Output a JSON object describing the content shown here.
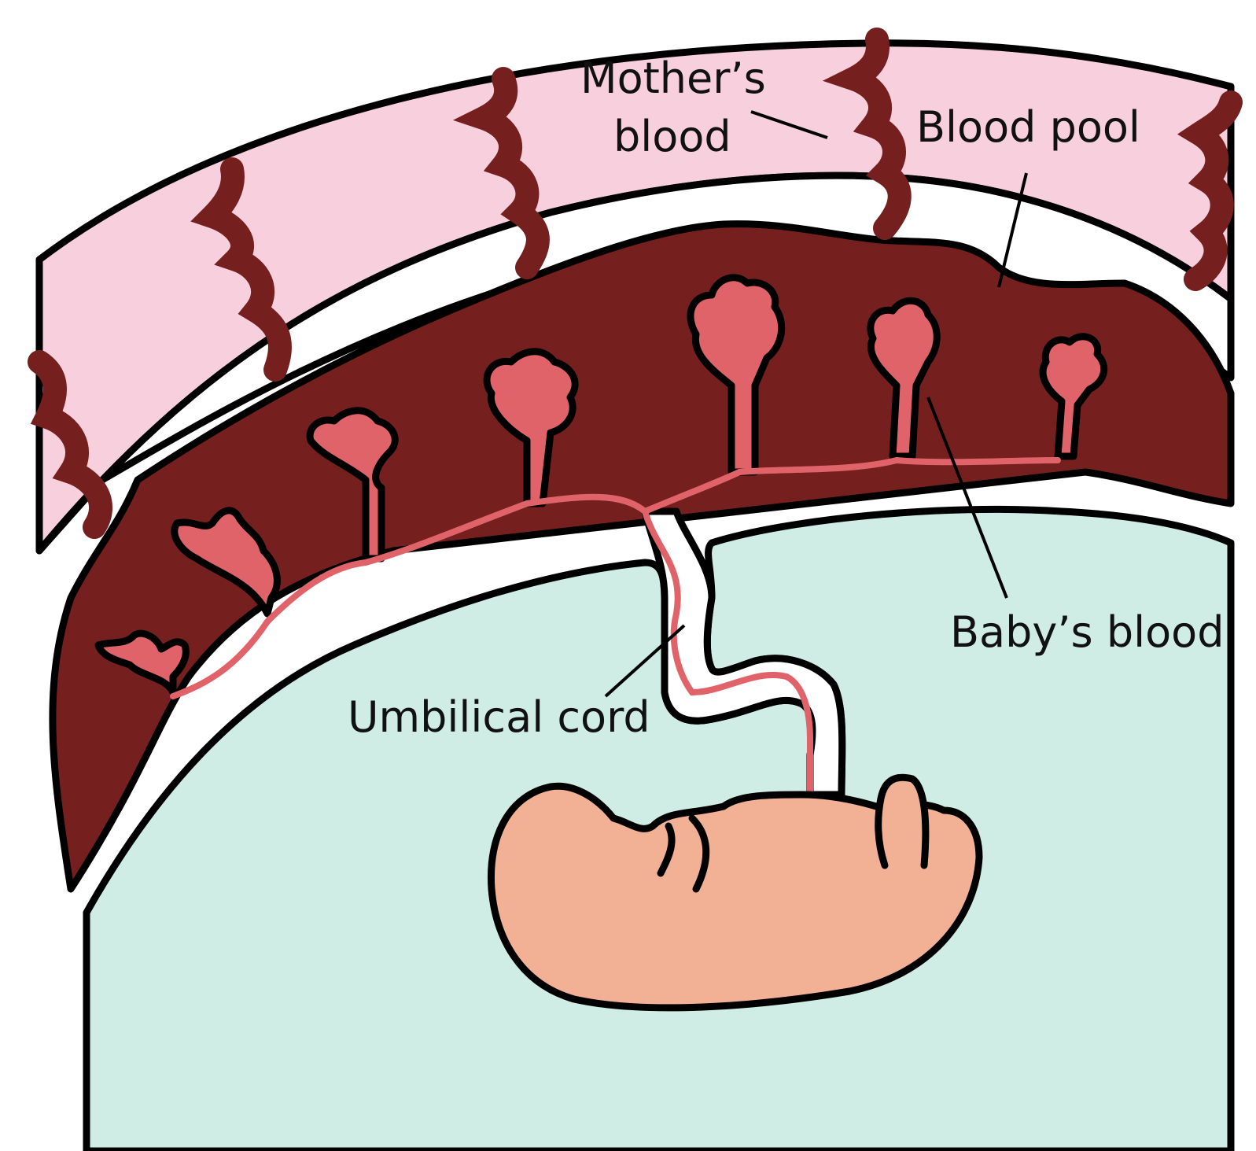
{
  "labels": {
    "mothers_blood_line1": "Mother’s",
    "mothers_blood_line2": "blood",
    "blood_pool": "Blood pool",
    "babys_blood": "Baby’s blood",
    "umbilical_cord": "Umbilical cord"
  },
  "colors": {
    "uterus_wall": "#f8cfdc",
    "placenta": "#75201f",
    "villi": "#e0636a",
    "amniotic_fluid": "#cfede5",
    "baby_skin": "#f2b095",
    "vessel": "#e0636a",
    "outline": "#000000"
  }
}
